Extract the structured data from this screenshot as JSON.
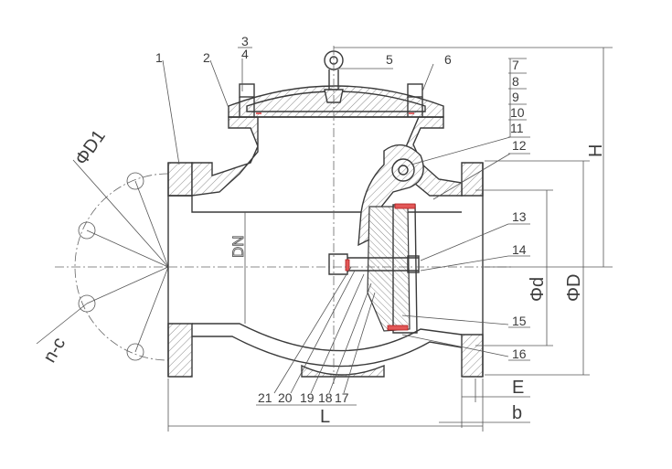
{
  "part_numbers": [
    "1",
    "2",
    "3",
    "4",
    "5",
    "6",
    "7",
    "8",
    "9",
    "10",
    "11",
    "12",
    "13",
    "14",
    "15",
    "16",
    "21",
    "20",
    "19",
    "18",
    "17"
  ],
  "dimensions": {
    "flange_pcd": "ΦD1",
    "bolt_holes": "n-c",
    "nominal": "DN",
    "bore": "Φd",
    "flange_od": "ΦD",
    "height": "H",
    "length": "L",
    "raised_face": "E",
    "flange_thickness": "b"
  },
  "colors": {
    "line": "#3a3a3a",
    "gasket_red": "#d8262a"
  }
}
